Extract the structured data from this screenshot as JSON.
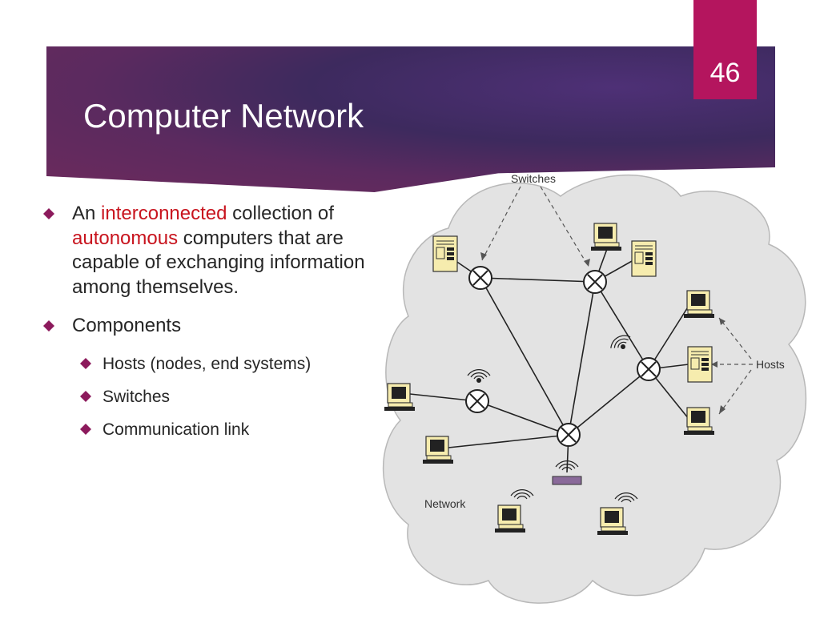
{
  "slide": {
    "number": "46",
    "title": "Computer Network"
  },
  "bullets": {
    "item1": {
      "seg1": "An ",
      "seg2": "interconnected",
      "seg3": " collection of ",
      "seg4": "autonomous",
      "seg5": " computers that are capable of exchanging information among themselves."
    },
    "item2": "Components",
    "sub": [
      "Hosts (nodes, end systems)",
      "Switches",
      "Communication link"
    ]
  },
  "colors": {
    "accent": "#b4155e",
    "highlight": "#c8141e",
    "title_band": "#4b2b66"
  },
  "figure": {
    "switches_label": "Switches",
    "hosts_label": "Hosts",
    "network_label": "Network"
  }
}
